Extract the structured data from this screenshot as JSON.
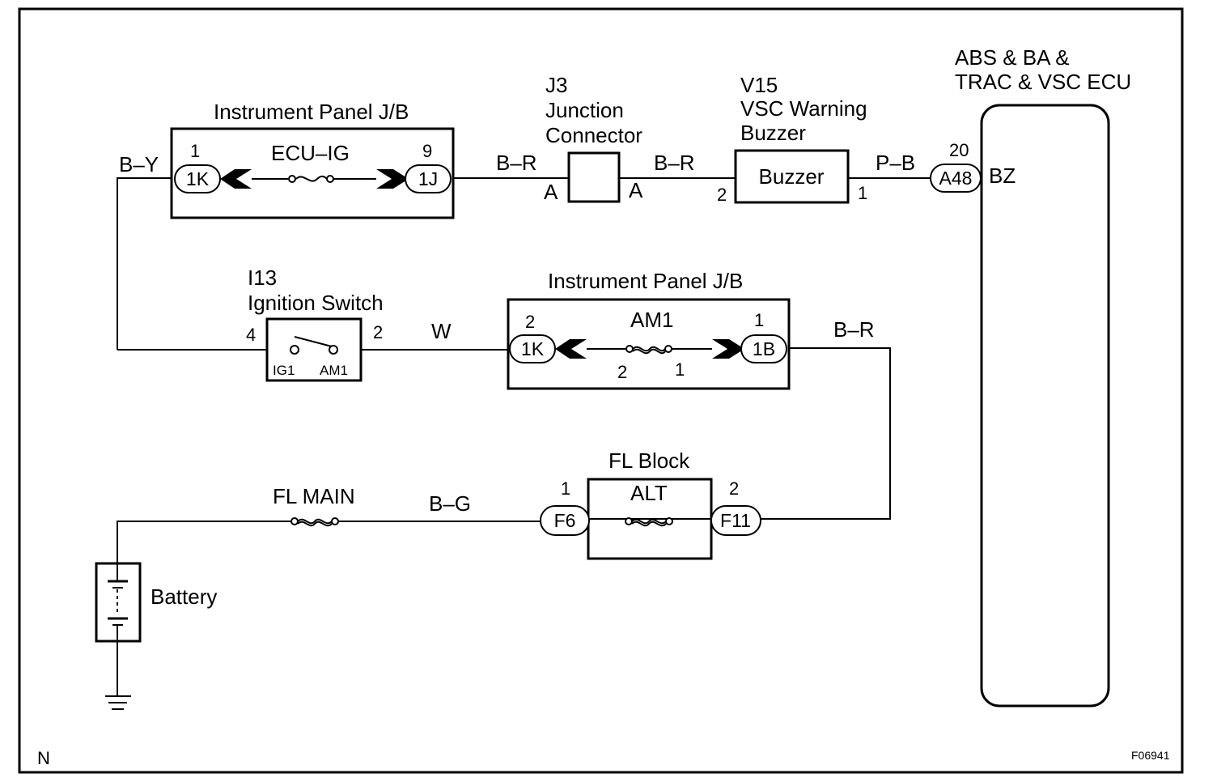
{
  "page": {
    "corner_code": "N",
    "figure_id": "F06941"
  },
  "components": {
    "jb_top": {
      "title": "Instrument Panel J/B",
      "fuse": "ECU–IG",
      "pin_left": "1",
      "pin_right": "9",
      "conn_left": "1K",
      "conn_right": "1J"
    },
    "junction": {
      "ref": "J3",
      "name_line1": "Junction",
      "name_line2": "Connector",
      "pin_left": "A",
      "pin_right": "A"
    },
    "buzzer": {
      "ref": "V15",
      "name_line1": "VSC Warning",
      "name_line2": "Buzzer",
      "label": "Buzzer",
      "pin_left": "2",
      "pin_right": "1"
    },
    "ecu": {
      "name_line1": "ABS & BA &",
      "name_line2": "TRAC & VSC ECU",
      "pin": "20",
      "connector": "A48",
      "terminal": "BZ"
    },
    "ignition": {
      "ref": "I13",
      "name": "Ignition Switch",
      "pin_left": "4",
      "pin_right": "2",
      "term_left": "IG1",
      "term_right": "AM1"
    },
    "jb_mid": {
      "title": "Instrument Panel J/B",
      "fuse": "AM1",
      "pin_left": "2",
      "pin_right": "1",
      "conn_left": "1K",
      "conn_right": "1B",
      "fuse_pin_left": "2",
      "fuse_pin_right": "1"
    },
    "fl_block": {
      "title": "FL Block",
      "fuse": "ALT",
      "pin_left": "1",
      "pin_right": "2",
      "conn_left": "F6",
      "conn_right": "F11"
    },
    "fl_main": {
      "label": "FL MAIN"
    },
    "battery": {
      "label": "Battery"
    }
  },
  "wires": {
    "by": "B–Y",
    "br_1": "B–R",
    "br_2": "B–R",
    "pb": "P–B",
    "w": "W",
    "br_3": "B–R",
    "bg": "B–G"
  }
}
